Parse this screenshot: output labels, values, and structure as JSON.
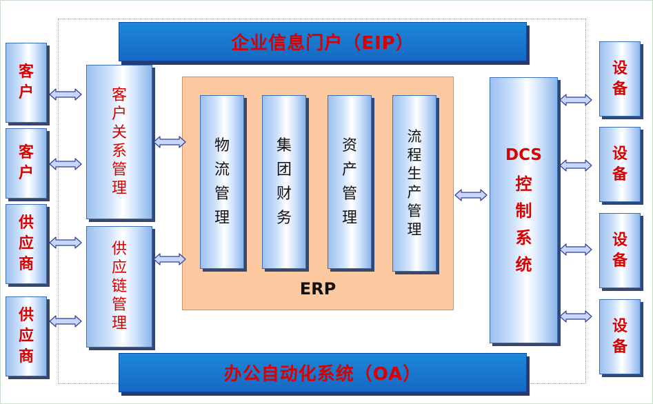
{
  "portal": {
    "label": "企业信息门户（EIP）"
  },
  "office_automation": {
    "label": "办公自动化系统（OA）"
  },
  "left_column": [
    {
      "chars": [
        "客",
        "户"
      ]
    },
    {
      "chars": [
        "客",
        "户"
      ]
    },
    {
      "chars": [
        "供",
        "应",
        "商"
      ]
    },
    {
      "chars": [
        "供",
        "应",
        "商"
      ]
    }
  ],
  "middle_column": [
    {
      "chars": [
        "客",
        "户",
        "关",
        "系",
        "管",
        "理"
      ]
    },
    {
      "chars": [
        "供",
        "应",
        "链",
        "管",
        "理"
      ]
    }
  ],
  "erp": {
    "label": "ERP",
    "modules": [
      {
        "chars": [
          "物",
          "流",
          "管",
          "理"
        ]
      },
      {
        "chars": [
          "集",
          "团",
          "财",
          "务"
        ]
      },
      {
        "chars": [
          "资",
          "产",
          "管",
          "理"
        ]
      },
      {
        "chars": [
          "流",
          "程",
          "生",
          "产",
          "管",
          "理"
        ]
      }
    ]
  },
  "dcs": {
    "latin": "DCS",
    "chars": [
      "控",
      "制",
      "系",
      "统"
    ]
  },
  "right_column": [
    {
      "chars": [
        "设",
        "备"
      ]
    },
    {
      "chars": [
        "设",
        "备"
      ]
    },
    {
      "chars": [
        "设",
        "备"
      ]
    },
    {
      "chars": [
        "设",
        "备"
      ]
    }
  ],
  "colors": {
    "bar_blue": "#1568c4",
    "box_light_blue": "#cfe2fb",
    "erp_orange": "#fcc9a1",
    "text_red": "#d80000",
    "arrow_fill": "#c9d6ff"
  }
}
